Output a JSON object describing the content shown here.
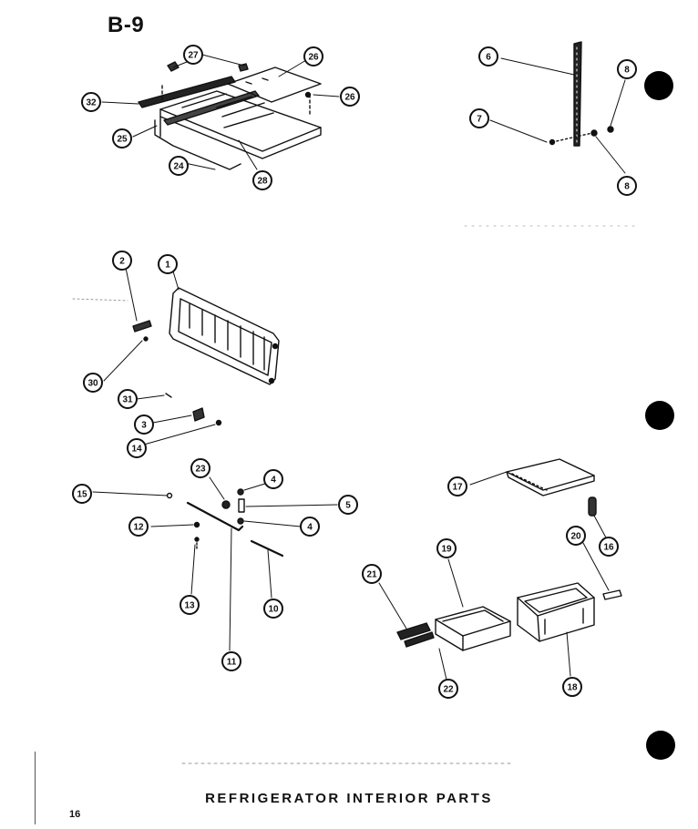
{
  "sheet": {
    "page_id": "B-9",
    "caption": "REFRIGERATOR INTERIOR PARTS",
    "page_number": "16"
  },
  "callouts": [
    {
      "id": "c27a",
      "label": "27"
    },
    {
      "id": "c26a",
      "label": "26"
    },
    {
      "id": "c32",
      "label": "32"
    },
    {
      "id": "c26b",
      "label": "26"
    },
    {
      "id": "c25",
      "label": "25"
    },
    {
      "id": "c24",
      "label": "24"
    },
    {
      "id": "c28",
      "label": "28"
    },
    {
      "id": "c6a",
      "label": "6"
    },
    {
      "id": "c8a",
      "label": "8"
    },
    {
      "id": "c7",
      "label": "7"
    },
    {
      "id": "c8b",
      "label": "8"
    },
    {
      "id": "c2",
      "label": "2"
    },
    {
      "id": "c1",
      "label": "1"
    },
    {
      "id": "c30",
      "label": "30"
    },
    {
      "id": "c31",
      "label": "31"
    },
    {
      "id": "c3",
      "label": "3"
    },
    {
      "id": "c14",
      "label": "14"
    },
    {
      "id": "c23",
      "label": "23"
    },
    {
      "id": "c4a",
      "label": "4"
    },
    {
      "id": "c15",
      "label": "15"
    },
    {
      "id": "c5",
      "label": "5"
    },
    {
      "id": "c4b",
      "label": "4"
    },
    {
      "id": "c12",
      "label": "12"
    },
    {
      "id": "c13",
      "label": "13"
    },
    {
      "id": "c10",
      "label": "10"
    },
    {
      "id": "c11",
      "label": "11"
    },
    {
      "id": "c17",
      "label": "17"
    },
    {
      "id": "c16",
      "label": "16"
    },
    {
      "id": "c20",
      "label": "20"
    },
    {
      "id": "c19",
      "label": "19"
    },
    {
      "id": "c21",
      "label": "21"
    },
    {
      "id": "c22",
      "label": "22"
    },
    {
      "id": "c18",
      "label": "18"
    }
  ]
}
